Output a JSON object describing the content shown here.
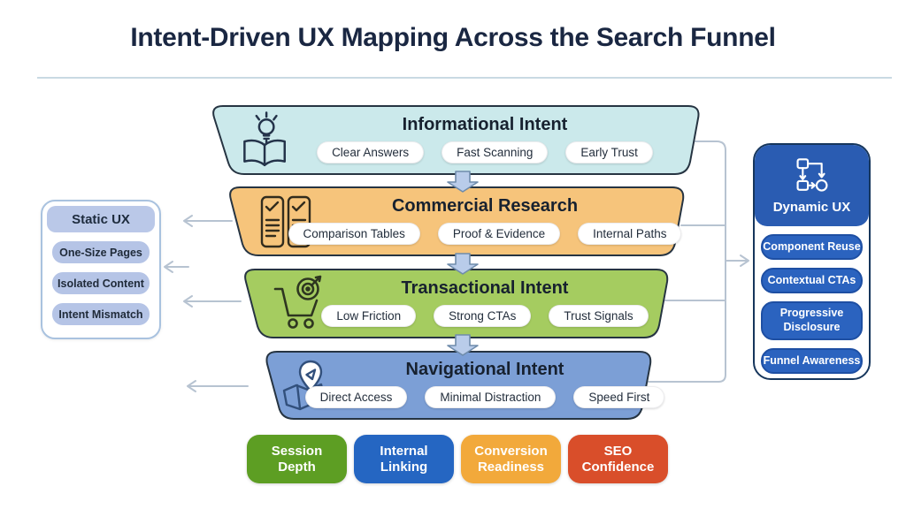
{
  "title": "Intent-Driven UX Mapping Across the Search Funnel",
  "funnel": {
    "stages": [
      {
        "label": "Informational Intent",
        "icon": "book-lightbulb-icon",
        "color": "#CBE9EB",
        "pills": [
          "Clear Answers",
          "Fast Scanning",
          "Early Trust"
        ]
      },
      {
        "label": "Commercial Research",
        "icon": "checklist-documents-icon",
        "color": "#F6C47B",
        "pills": [
          "Comparison Tables",
          "Proof & Evidence",
          "Internal Paths"
        ]
      },
      {
        "label": "Transactional Intent",
        "icon": "cart-target-icon",
        "color": "#A5CC60",
        "pills": [
          "Low Friction",
          "Strong CTAs",
          "Trust Signals"
        ]
      },
      {
        "label": "Navigational Intent",
        "icon": "map-location-pin-icon",
        "color": "#7C9FD6",
        "pills": [
          "Direct Access",
          "Minimal Distraction",
          "Speed First"
        ]
      }
    ]
  },
  "static_ux": {
    "title": "Static UX",
    "items": [
      "One-Size Pages",
      "Isolated Content",
      "Intent Mismatch"
    ],
    "pill_color": "#B5C4E6"
  },
  "dynamic_ux": {
    "title": "Dynamic UX",
    "icon": "flowchart-icon",
    "items": [
      "Component Reuse",
      "Contextual CTAs",
      "Progressive Disclosure",
      "Funnel Awareness"
    ],
    "header_color": "#2A5CB2",
    "pill_color": "#2B63BF"
  },
  "metrics": [
    {
      "label": "Session Depth",
      "color": "#5D9E23"
    },
    {
      "label": "Internal Linking",
      "color": "#2566C2"
    },
    {
      "label": "Conversion Readiness",
      "color": "#F2A93B"
    },
    {
      "label": "SEO Confidence",
      "color": "#D94E2A"
    }
  ]
}
